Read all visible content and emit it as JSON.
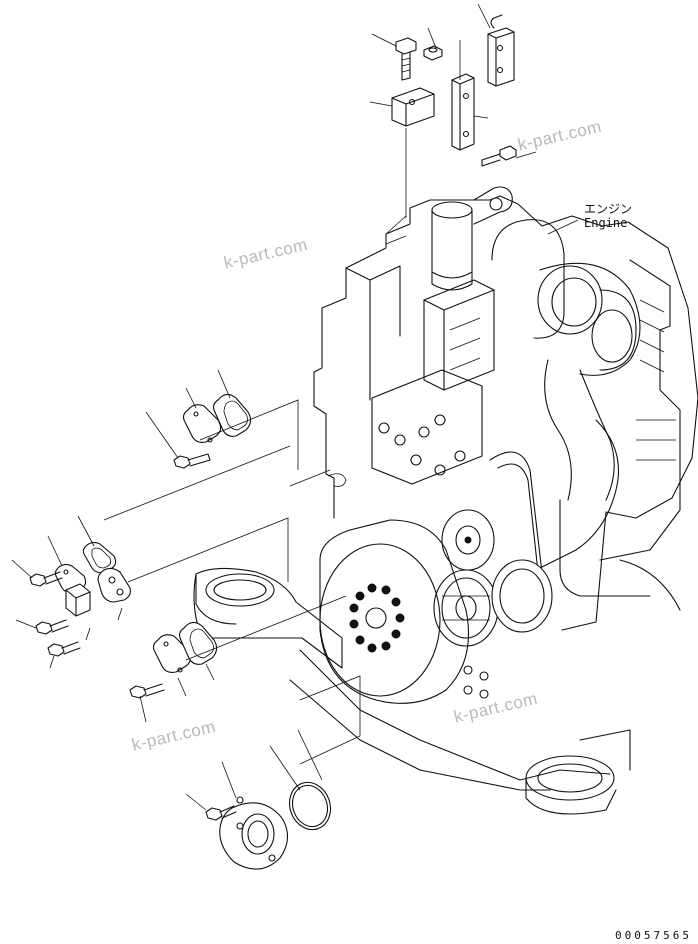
{
  "watermark": {
    "text": "k-part.com"
  },
  "callout": {
    "engine_jp": "エンジン",
    "engine_en": "Engine"
  },
  "drawing_number": "00057565",
  "colors": {
    "line": "#111111",
    "watermark": "#b9b9b9",
    "background": "#ffffff"
  }
}
